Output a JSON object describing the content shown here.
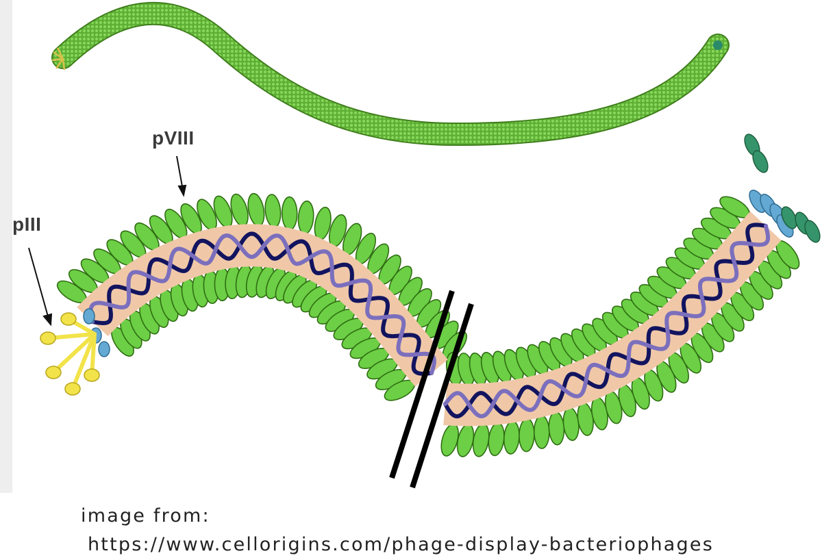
{
  "labels": {
    "pviii": "pVIII",
    "piii": "pIII"
  },
  "caption": {
    "line1": "image from:",
    "line2": "https://www.cellorigins.com/phage-display-bacteriophages"
  },
  "colors": {
    "coat_fill": "#6ccf45",
    "coat_stroke": "#2f6d12",
    "core": "#f0c8a8",
    "dna_dark": "#12145f",
    "dna_light": "#7b6fbd",
    "piii_yellow": "#f2e34a",
    "pvi_blue": "#64a9d3",
    "tip_teal": "#36946a",
    "top_phage": "#68b83e",
    "break_mark": "#000000"
  },
  "icons": {
    "arrow": "arrow-icon",
    "break": "break-mark-icon"
  }
}
